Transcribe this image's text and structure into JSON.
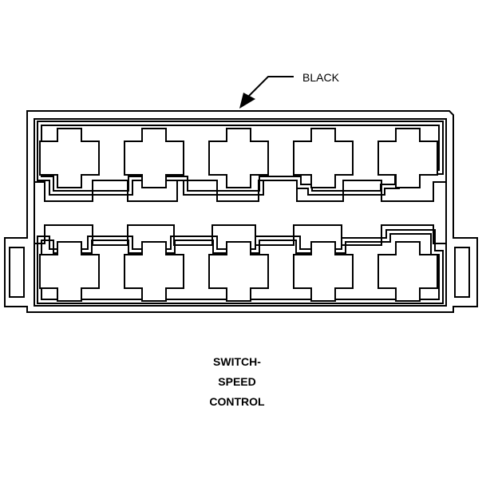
{
  "diagram": {
    "callout_label": "BLACK",
    "caption_lines": [
      "SWITCH-",
      "SPEED",
      "CONTROL"
    ],
    "line_color": "#000000",
    "background": "#ffffff",
    "connector": {
      "rows": 2,
      "cavities_per_row": 5,
      "cavity_shape": "cross"
    }
  }
}
